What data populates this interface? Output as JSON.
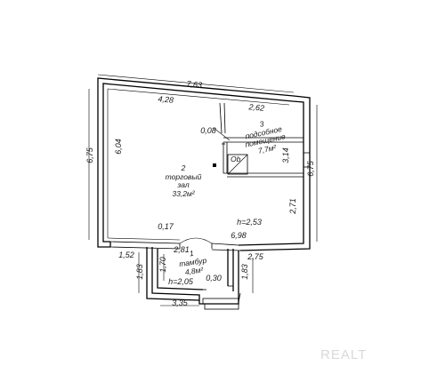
{
  "dimensions": {
    "top_total": "7,63",
    "top_left": "4,28",
    "top_right": "2,62",
    "left_outer": "6,75",
    "left_inner": "6,04",
    "right_outer": "6,75",
    "right_upper": "3,14",
    "right_lower": "2,71",
    "partition_gap": "0,08",
    "bottom_left": "1,52",
    "bottom_mid": "2,81",
    "bottom_inner": "6,98",
    "bottom_right": "2,75",
    "wall_thickness": "0,17",
    "vest_left_outer": "1,83",
    "vest_left_inner": "1,70",
    "vest_right_outer": "1,83",
    "vest_bottom": "3,35",
    "vest_step": "0,30"
  },
  "rooms": [
    {
      "number": "1",
      "name": "тамбур",
      "area": "4,8м²"
    },
    {
      "number": "2",
      "name_line1": "торговый",
      "name_line2": "зал",
      "area": "33,2м²"
    },
    {
      "number": "3",
      "name_line1": "подсобное",
      "name_line2": "помещение",
      "area": "7,7м²"
    }
  ],
  "heights": {
    "main": "h=2,53",
    "vestibule": "h=2,05"
  },
  "sink_label": "Ob",
  "watermark": "REALT"
}
